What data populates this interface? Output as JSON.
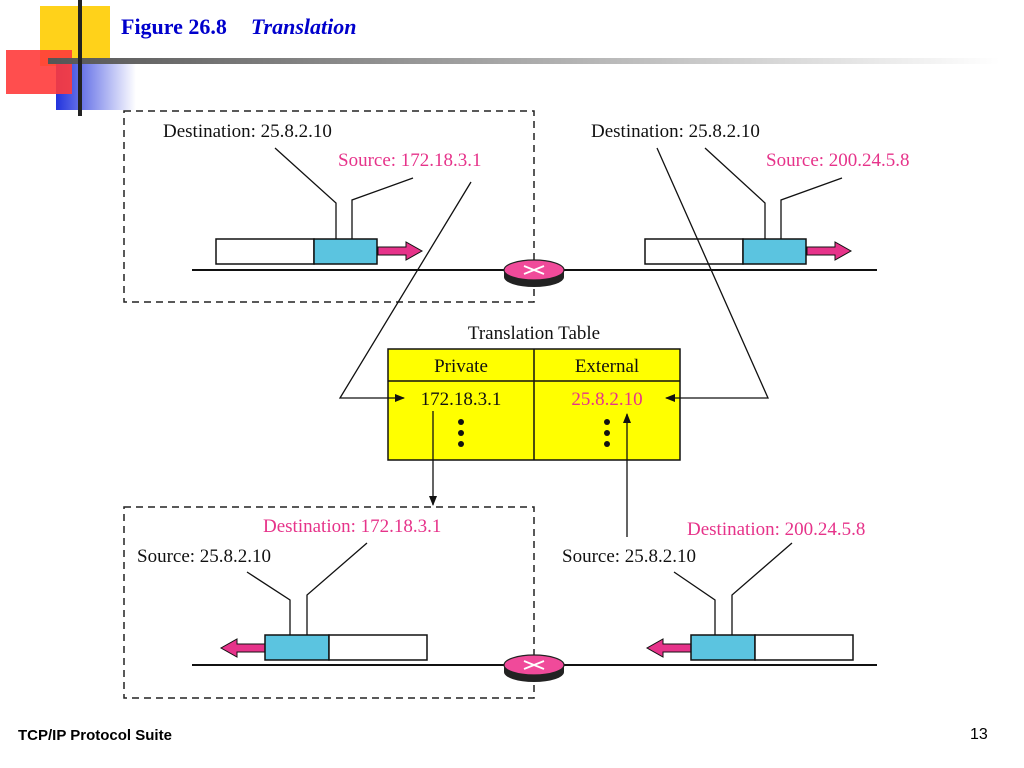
{
  "slide": {
    "figure_number": "Figure 26.8",
    "figure_name": "Translation",
    "footer": "TCP/IP Protocol Suite",
    "page_number": "13"
  },
  "colors": {
    "title": "#0000cc",
    "highlight": "#e6338a",
    "packet_header": "#5bc4e0",
    "table_fill": "#ffff00",
    "router": "#f04a9a"
  },
  "diagram": {
    "outgoing_private": {
      "destination": "Destination: 25.8.2.10",
      "source": "Source: 172.18.3.1"
    },
    "outgoing_external": {
      "destination": "Destination: 25.8.2.10",
      "source": "Source: 200.24.5.8"
    },
    "table": {
      "title": "Translation Table",
      "headers": [
        "Private",
        "External"
      ],
      "rows": [
        [
          "172.18.3.1",
          "25.8.2.10"
        ]
      ]
    },
    "incoming_private": {
      "destination": "Destination: 172.18.3.1",
      "source": "Source: 25.8.2.10"
    },
    "incoming_external": {
      "destination": "Destination: 200.24.5.8",
      "source": "Source: 25.8.2.10"
    }
  }
}
